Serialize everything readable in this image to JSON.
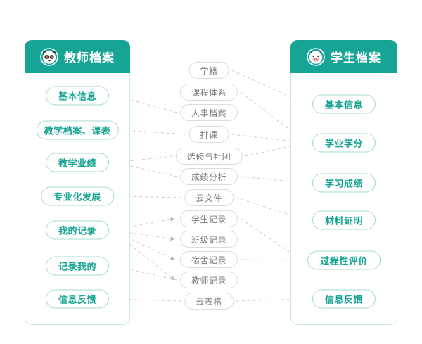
{
  "colors": {
    "accent_teal": "#16a594",
    "teal_pill_border": "#a5d8d1",
    "teal_pill_text": "#13a291",
    "panel_border": "#cde7e2",
    "gray_pill_border": "#dcdcdc",
    "gray_pill_text": "#7b7b7b",
    "connector_line": "#cccccc",
    "connector_arrow": "#b5b5b5"
  },
  "left_panel": {
    "title": "教师档案",
    "icon": "panda-mascot-icon",
    "items": [
      {
        "id": "t-basic",
        "label": "基本信息"
      },
      {
        "id": "t-archive",
        "label": "教学档案、课表"
      },
      {
        "id": "t-perf",
        "label": "教学业绩"
      },
      {
        "id": "t-prof",
        "label": "专业化发展"
      },
      {
        "id": "t-myrec",
        "label": "我的记录"
      },
      {
        "id": "t-recme",
        "label": "记录我的"
      },
      {
        "id": "t-feedback",
        "label": "信息反馈"
      }
    ]
  },
  "middle": {
    "items": [
      {
        "id": "m-xueji",
        "label": "学籍"
      },
      {
        "id": "m-kecheng",
        "label": "课程体系"
      },
      {
        "id": "m-renshi",
        "label": "人事档案"
      },
      {
        "id": "m-paike",
        "label": "排课"
      },
      {
        "id": "m-xuanxiu",
        "label": "选修与社团"
      },
      {
        "id": "m-chengji",
        "label": "成绩分析"
      },
      {
        "id": "m-yunwenjian",
        "label": "云文件"
      },
      {
        "id": "m-xsjl",
        "label": "学生记录"
      },
      {
        "id": "m-bjjl",
        "label": "班级记录"
      },
      {
        "id": "m-ssjl",
        "label": "宿舍记录"
      },
      {
        "id": "m-jsjl",
        "label": "教师记录"
      },
      {
        "id": "m-yunbiaoge",
        "label": "云表格"
      }
    ]
  },
  "right_panel": {
    "title": "学生档案",
    "icon": "calf-mascot-icon",
    "items": [
      {
        "id": "s-basic",
        "label": "基本信息"
      },
      {
        "id": "s-credit",
        "label": "学业学分"
      },
      {
        "id": "s-score",
        "label": "学习成绩"
      },
      {
        "id": "s-material",
        "label": "材料证明"
      },
      {
        "id": "s-process",
        "label": "过程性评价"
      },
      {
        "id": "s-feedback",
        "label": "信息反馈"
      }
    ]
  },
  "edges": [
    {
      "from": "m-renshi",
      "to": "t-basic"
    },
    {
      "from": "m-paike",
      "to": "t-archive"
    },
    {
      "from": "m-xuanxiu",
      "to": "t-perf"
    },
    {
      "from": "m-chengji",
      "to": "t-perf"
    },
    {
      "from": "m-yunwenjian",
      "to": "t-prof"
    },
    {
      "from": "t-myrec",
      "to": "m-xsjl"
    },
    {
      "from": "t-myrec",
      "to": "m-bjjl"
    },
    {
      "from": "t-myrec",
      "to": "m-ssjl"
    },
    {
      "from": "t-myrec",
      "to": "m-jsjl"
    },
    {
      "from": "m-jsjl",
      "to": "t-recme"
    },
    {
      "from": "m-yunbiaoge",
      "to": "t-feedback"
    },
    {
      "from": "m-xueji",
      "to": "s-basic"
    },
    {
      "from": "m-kecheng",
      "to": "s-credit"
    },
    {
      "from": "m-paike",
      "to": "s-credit"
    },
    {
      "from": "m-xuanxiu",
      "to": "s-credit"
    },
    {
      "from": "m-chengji",
      "to": "s-score"
    },
    {
      "from": "m-yunwenjian",
      "to": "s-material"
    },
    {
      "from": "m-xsjl",
      "to": "s-process"
    },
    {
      "from": "m-ssjl",
      "to": "s-process"
    },
    {
      "from": "m-yunbiaoge",
      "to": "s-feedback"
    }
  ]
}
